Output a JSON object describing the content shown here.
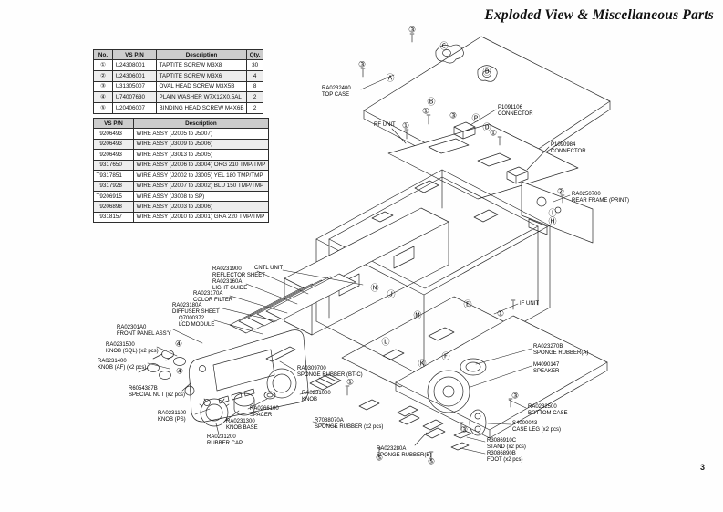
{
  "page": {
    "title": "Exploded View & Miscellaneous Parts",
    "page_number": "3"
  },
  "screw_table": {
    "headers": [
      "No.",
      "VS P/N",
      "Description",
      "Qty."
    ],
    "rows": [
      [
        "①",
        "U24308001",
        "TAPTITE SCREW M3X8",
        "30"
      ],
      [
        "②",
        "U24306001",
        "TAPTITE SCREW M3X6",
        "4"
      ],
      [
        "③",
        "U31305007",
        "OVAL HEAD SCREW M3X5B",
        "8"
      ],
      [
        "④",
        "U74007630",
        "PLAIN WASHER W7X12X0.5AL",
        "2"
      ],
      [
        "⑤",
        "U20406007",
        "BINDING HEAD SCREW M4X6B",
        "2"
      ]
    ]
  },
  "wire_table": {
    "headers": [
      "VS P/N",
      "Description"
    ],
    "rows": [
      [
        "T9206493",
        "WIRE ASSY (J2005 to J5007)"
      ],
      [
        "T9206493",
        "WIRE ASSY (J3009 to J5006)"
      ],
      [
        "T9206493",
        "WIRE ASSY (J3013 to J5005)"
      ],
      [
        "T9317650",
        "WIRE ASSY (J2006 to J3004) ORG 210 TMP/TMP"
      ],
      [
        "T9317851",
        "WIRE ASSY (J2002 to J3005) YEL 180 TMP/TMP"
      ],
      [
        "T9317928",
        "WIRE ASSY (J2007 to J3002) BLU 150 TMP/TMP"
      ],
      [
        "T9206915",
        "WIRE ASSY (J3008 to SP)"
      ],
      [
        "T9206898",
        "WIRE ASSY (J2003 to J3006)"
      ],
      [
        "T9318157",
        "WIRE ASSY (J2010 to J3001) GRA 220 TMP/TMP"
      ]
    ]
  },
  "diagram": {
    "labels": [
      {
        "pn": "RA0232400",
        "name": "TOP CASE"
      },
      {
        "pn": "P1091106",
        "name": "CONNECTOR"
      },
      {
        "pn": "P1090984",
        "name": "CONNECTOR"
      },
      {
        "pn": "RA0250700",
        "name": "REAR FRAME (PRINT)"
      },
      {
        "pn": "",
        "name": "RF UNIT"
      },
      {
        "pn": "",
        "name": "CNTL UNIT"
      },
      {
        "pn": "",
        "name": "IF UNIT"
      },
      {
        "pn": "RA0231900",
        "name": "REFLECTOR SHEET"
      },
      {
        "pn": "RA023160A",
        "name": "LIGHT GUIDE"
      },
      {
        "pn": "RA023170A",
        "name": "COLOR FILTER"
      },
      {
        "pn": "RA023180A",
        "name": "DIFFUSER SHEET"
      },
      {
        "pn": "Q7000372",
        "name": "LCD MODULE"
      },
      {
        "pn": "RA02301A0",
        "name": "FRONT PANEL ASS'Y"
      },
      {
        "pn": "RA0231500",
        "name": "KNOB (SQL) (x2 pcs)"
      },
      {
        "pn": "RA0231400",
        "name": "KNOB (AF) (x2 pcs)"
      },
      {
        "pn": "R6054387B",
        "name": "SPECIAL NUT (x2 pcs)"
      },
      {
        "pn": "RA0231100",
        "name": "KNOB (PS)"
      },
      {
        "pn": "RA0231300",
        "name": "KNOB BASE"
      },
      {
        "pn": "RA0231200",
        "name": "RUBBER CAP"
      },
      {
        "pn": "RA0266100",
        "name": "SPACER"
      },
      {
        "pn": "RA0231000",
        "name": "KNOB"
      },
      {
        "pn": "RA0309700",
        "name": "SPONGE RUBBER (BT-C)"
      },
      {
        "pn": "R7088070A",
        "name": "SPONGE RUBBER (x2 pcs)"
      },
      {
        "pn": "RA023270B",
        "name": "SPONGE RUBBER(A)"
      },
      {
        "pn": "M4090147",
        "name": "SPEAKER"
      },
      {
        "pn": "RA0232500",
        "name": "BOTTOM CASE"
      },
      {
        "pn": "S4000043",
        "name": "CASE LEG (x2 pcs)"
      },
      {
        "pn": "R3086910C",
        "name": "STAND (x2 pcs)"
      },
      {
        "pn": "R3086890B",
        "name": "FOOT (x2 pcs)"
      },
      {
        "pn": "RA023280A",
        "name": "SPONGE RUBBER(B)"
      }
    ],
    "markers": [
      "③",
      "③",
      "Ⓐ",
      "Ⓒ",
      "Ⓓ",
      "Ⓑ",
      "①",
      "①",
      "③",
      "Ⓟ",
      "Ⓓ",
      "①",
      "②",
      "Ⓘ",
      "Ⓗ",
      "①",
      "Ⓔ",
      "Ⓜ",
      "Ⓝ",
      "Ⓙ",
      "Ⓛ",
      "Ⓕ",
      "Ⓚ",
      "④",
      "④",
      "⑤",
      "⑤",
      "③",
      "③",
      "①"
    ]
  }
}
